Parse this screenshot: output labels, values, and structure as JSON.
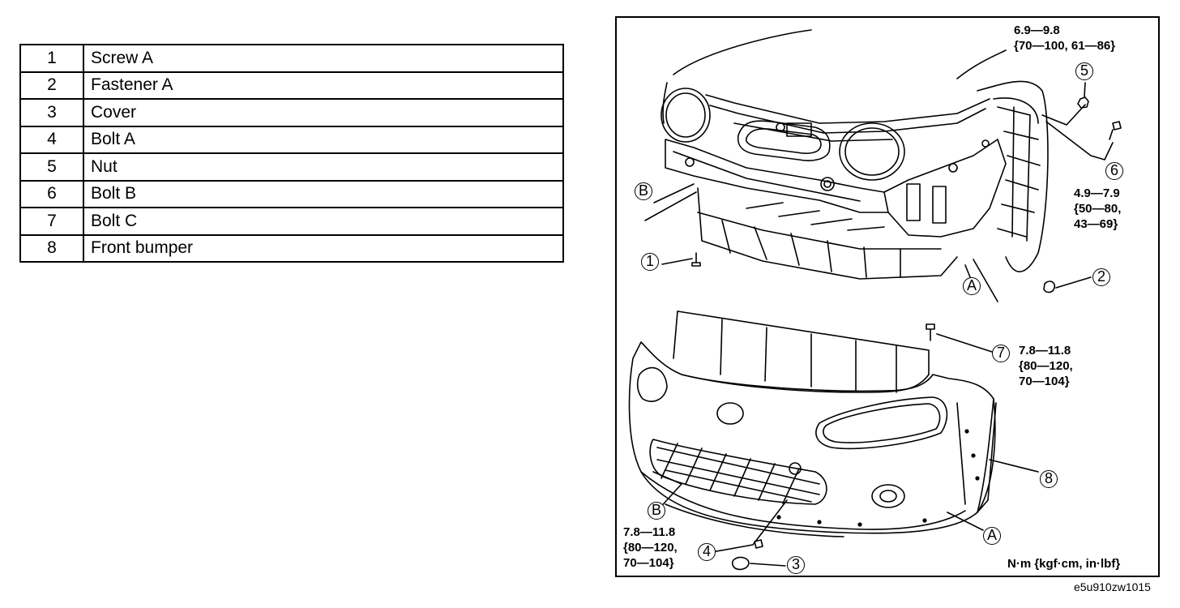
{
  "parts": [
    {
      "num": "1",
      "name": "Screw A"
    },
    {
      "num": "2",
      "name": "Fastener A"
    },
    {
      "num": "3",
      "name": "Cover"
    },
    {
      "num": "4",
      "name": "Bolt A"
    },
    {
      "num": "5",
      "name": "Nut"
    },
    {
      "num": "6",
      "name": "Bolt B"
    },
    {
      "num": "7",
      "name": "Bolt C"
    },
    {
      "num": "8",
      "name": "Front bumper"
    }
  ],
  "torque": {
    "nut5": [
      "6.9—9.8",
      "{70—100, 61—86}"
    ],
    "bolt6": [
      "4.9—7.9",
      "{50—80,",
      "43—69}"
    ],
    "bolt7": [
      "7.8—11.8",
      "{80—120,",
      "70—104}"
    ],
    "bolt4": [
      "7.8—11.8",
      "{80—120,",
      "70—104}"
    ]
  },
  "units": "N·m {kgf·cm, in·lbf}",
  "figure_id": "e5u910zw1015",
  "callouts": {
    "c1": "1",
    "c2": "2",
    "c3": "3",
    "c4": "4",
    "c5": "5",
    "c6": "6",
    "c7": "7",
    "c8": "8",
    "cA1": "A",
    "cA2": "A",
    "cB1": "B",
    "cB2": "B"
  }
}
